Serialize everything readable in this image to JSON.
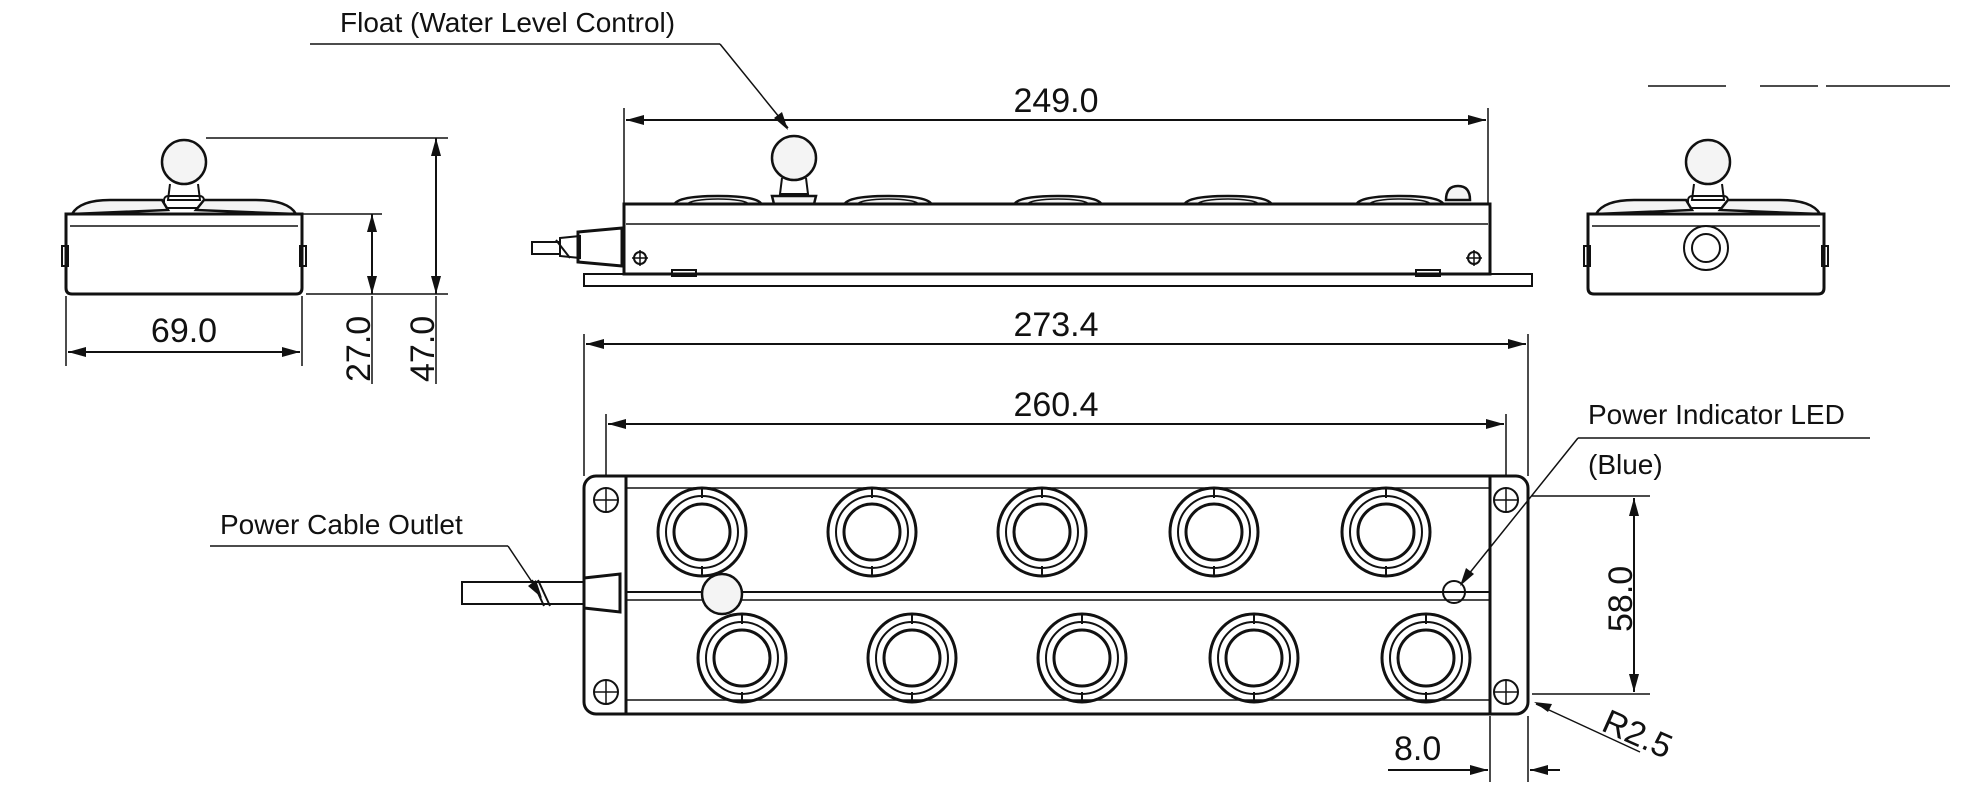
{
  "labels": {
    "float": "Float (Water Level Control)",
    "power_led": "Power Indicator LED",
    "power_led_color": "(Blue)",
    "power_cable": "Power Cable Outlet"
  },
  "dimensions": {
    "width_side": "69.0",
    "height_body": "27.0",
    "height_total": "47.0",
    "length_top": "249.0",
    "length_overall": "273.4",
    "hole_spacing": "260.4",
    "width_bottom": "58.0",
    "flange": "8.0",
    "radius": "R2.5"
  },
  "discs": {
    "rows": 2,
    "per_row": 5
  }
}
